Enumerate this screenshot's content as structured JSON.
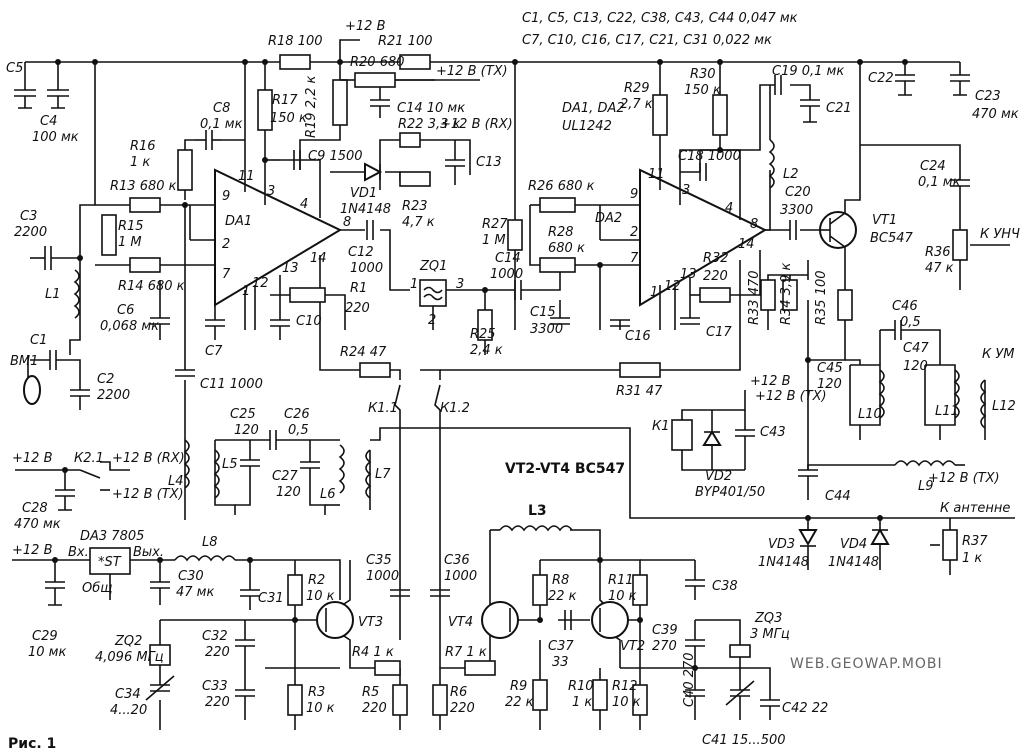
{
  "figure_caption": "Рис. 1",
  "watermark": "WEB.GEOWAP.MOBI",
  "notes": {
    "caps_047_list": "C1, C5, C13, C22, C38, C43, C44 0,047 мк",
    "caps_022_list": "C7, C10, C16, C17, C21, C31 0,022 мк",
    "ics": "DA1, DA2",
    "ic_type": "UL1242",
    "transistors": "VT2-VT4 BC547"
  },
  "supplies": {
    "p12": "+12 В",
    "p12_tx": "+12 В (TX)",
    "p12_rx": "+12 В (RX)",
    "k_unch": "К УНЧ",
    "k_um": "К УМ",
    "k_antenne": "К антенне"
  },
  "labels": {
    "R18": "R18 100",
    "R21": "R21 100",
    "R20": "R20 680",
    "R19": "R19 2,2 к",
    "R17": "R17",
    "R17v": "150 к",
    "C8": "C8",
    "C8v": "0,1 мк",
    "C14": "C14 10 мк",
    "R22": "R22 3,3 к",
    "C9": "C9 1500",
    "VD1": "VD1",
    "VD1v": "1N4148",
    "R23": "R23",
    "R23v": "4,7 к",
    "C13": "C13",
    "R16": "R16",
    "R16v": "1 к",
    "R13": "R13 680 к",
    "R15": "R15",
    "R15v": "1 М",
    "R14": "R14 680 к",
    "C6": "C6",
    "C6v": "0,068 мк",
    "C7": "C7",
    "C10": "C10",
    "C12": "C12",
    "C12v": "1000",
    "R1": "R1",
    "R1v": "220",
    "DA1": "DA1",
    "DA2": "DA2",
    "C5": "C5",
    "C4": "C4",
    "C4v": "100 мк",
    "C3": "C3",
    "C3v": "2200",
    "L1": "L1",
    "C1": "C1",
    "BM1": "ВМ1",
    "C2": "C2",
    "C2v": "2200",
    "C11": "C11 1000",
    "L4": "L4",
    "R24": "R24 47",
    "R31": "R31 47",
    "ZQ1": "ZQ1",
    "C15": "C15",
    "C15v": "3300",
    "R25": "R25",
    "R25v": "2,4 к",
    "C14b": "C14",
    "C14bv": "1000",
    "R27": "R27",
    "R27v": "1 М",
    "R26": "R26 680 к",
    "R28": "R28",
    "R28v": "680 к",
    "C16": "C16",
    "C17": "C17",
    "R32": "R32",
    "R32v": "220",
    "R29": "R29",
    "R29v": "2,7 к",
    "R30": "R30",
    "R30v": "150 к",
    "C18": "C18 1000",
    "C19": "C19 0,1 мк",
    "C21": "C21",
    "L2": "L2",
    "C20": "C20",
    "C20v": "3300",
    "VT1": "VT1",
    "VT1v": "BC547",
    "C22": "C22",
    "C23": "C23",
    "C23v": "470 мк",
    "C24": "C24",
    "C24v": "0,1 мк",
    "R36": "R36",
    "R36v": "47 к",
    "R33": "R33 470",
    "R34": "R34 3,9 к",
    "R35": "R35 100",
    "C46": "C46",
    "C46v": "0,5",
    "C45": "C45",
    "C45v": "120",
    "C47": "C47",
    "C47v": "120",
    "L10": "L10",
    "L11": "L11",
    "L12": "L12",
    "K11": "К1.1",
    "K12": "К1.2",
    "K1": "К1",
    "C43": "C43",
    "VD2": "VD2",
    "VD2v": "BYP401/50",
    "C44": "C44",
    "L9": "L9",
    "C25": "C25",
    "C25v": "120",
    "C26": "C26",
    "C26v": "0,5",
    "C27": "C27",
    "C27v": "120",
    "L5": "L5",
    "L6": "L6",
    "L7": "L7",
    "K21": "К2.1",
    "C28": "C28",
    "C28v": "470 мк",
    "DA3": "DA3 7805",
    "Vx": "Вх.",
    "Vyx": "Вых.",
    "Obsh": "Общ",
    "ST": "*ST",
    "C29": "C29",
    "C29v": "10 мк",
    "L8": "L8",
    "C30": "C30",
    "C30v": "47 мк",
    "C31": "C31",
    "R2": "R2",
    "R2v": "10 к",
    "VT3": "VT3",
    "ZQ2": "ZQ2",
    "ZQ2v": "4,096 МГц",
    "C32": "C32",
    "C32v": "220",
    "C33": "C33",
    "C33v": "220",
    "C34": "C34",
    "C34v": "4...20",
    "R3": "R3",
    "R3v": "10 к",
    "R4": "R4 1 к",
    "R5": "R5",
    "R5v": "220",
    "C35": "C35",
    "C35v": "1000",
    "C36": "C36",
    "C36v": "1000",
    "R6": "R6",
    "R6v": "220",
    "L3": "L3",
    "R8": "R8",
    "R8v": "22 к",
    "R11": "R11",
    "R11v": "10 к",
    "C38": "C38",
    "VT4": "VT4",
    "VT2": "VT2",
    "R7": "R7 1 к",
    "C37": "C37",
    "C37v": "33",
    "R9": "R9",
    "R9v": "22 к",
    "R10": "R10",
    "R10v": "1 к",
    "R12": "R12",
    "R12v": "10 к",
    "C39": "C39",
    "C39v": "270",
    "C40": "C40 270",
    "ZQ3": "ZQ3",
    "ZQ3v": "3 МГц",
    "C41": "C41 15...500",
    "C42": "C42 22",
    "VD3": "VD3",
    "VD3v": "1N4148",
    "VD4": "VD4",
    "VD4v": "1N4148",
    "R37": "R37",
    "R37v": "1 к",
    "p8": "8",
    "p9": "9",
    "p11": "11",
    "p3": "3",
    "p4": "4",
    "p2": "2",
    "p7": "7",
    "p1": "1",
    "p12": "12",
    "p13": "13",
    "p14": "14",
    "zq1": "1",
    "zq2": "2",
    "zq3": "3"
  }
}
